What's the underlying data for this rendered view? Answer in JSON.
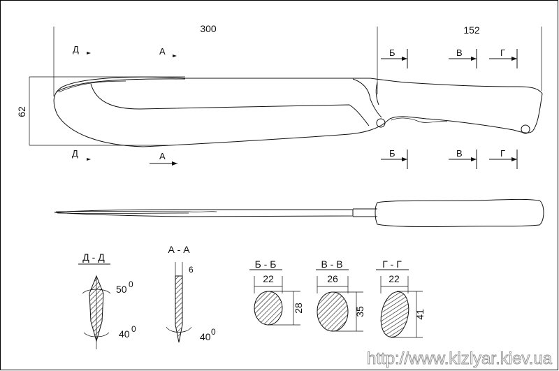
{
  "dimensions": {
    "blade_length": "300",
    "handle_length": "152",
    "blade_height": "62"
  },
  "section_marks": {
    "d": "Д",
    "a": "А",
    "b": "Б",
    "v": "В",
    "g": "Г"
  },
  "sections": {
    "dd": {
      "title": "Д - Д",
      "angle_top": "50",
      "angle_bottom": "40",
      "degree": "0"
    },
    "aa": {
      "title": "А - А",
      "thickness": "6",
      "angle": "40",
      "degree": "0"
    },
    "bb": {
      "title": "Б - Б",
      "width": "22",
      "height": "28"
    },
    "vv": {
      "title": "В - В",
      "width": "26",
      "height": "35"
    },
    "gg": {
      "title": "Г - Г",
      "width": "22",
      "height": "41"
    }
  },
  "watermark": "http://www.kizlyar.kiev.ua"
}
